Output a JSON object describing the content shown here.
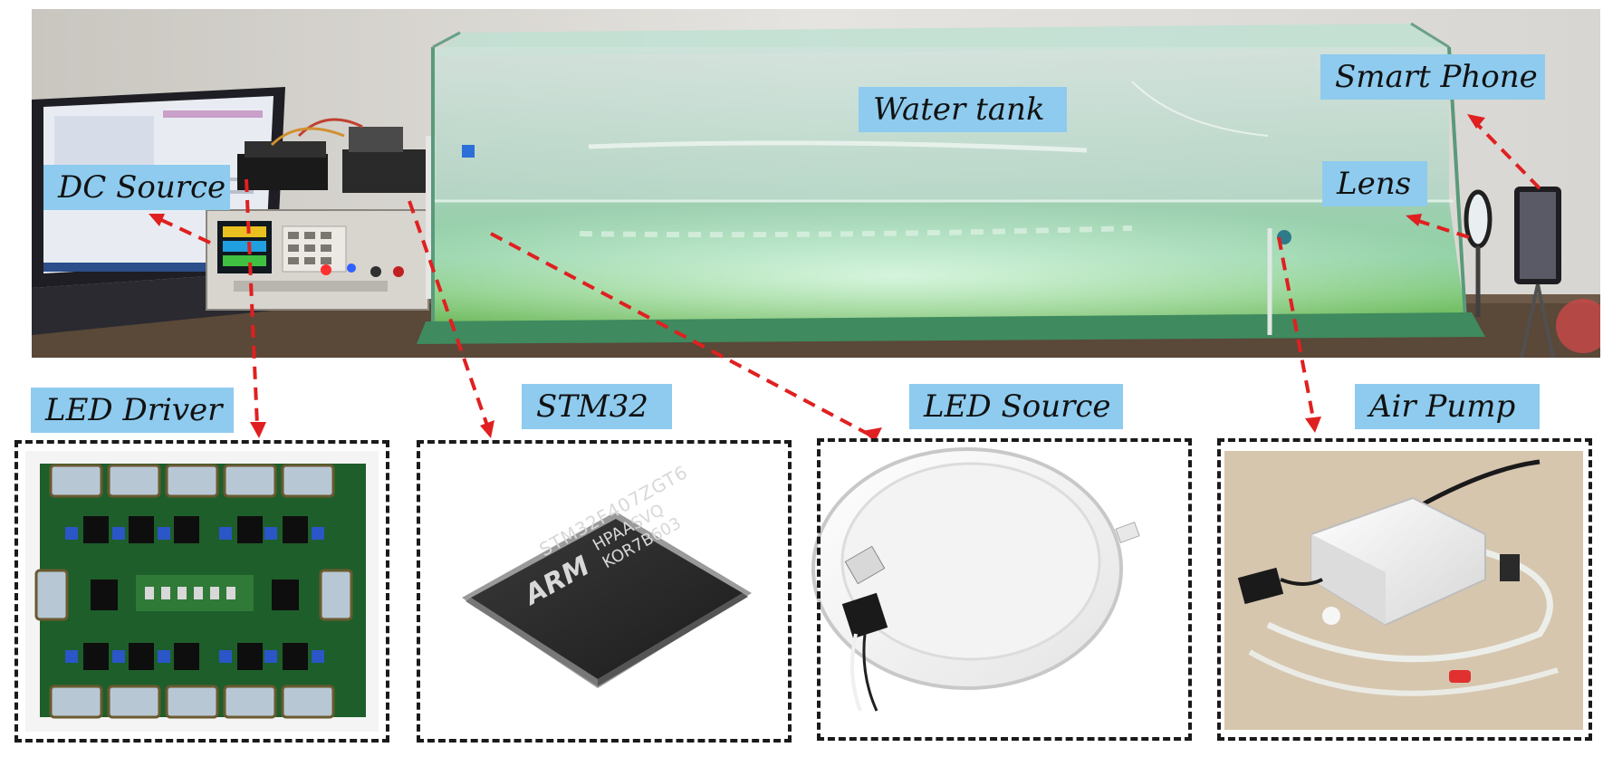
{
  "labels": {
    "water_tank": "Water tank",
    "smart_phone": "Smart Phone",
    "dc_source": "DC Source",
    "lens": "Lens",
    "led_driver": "LED Driver",
    "stm32": "STM32",
    "led_source": "LED Source",
    "air_pump": "Air Pump"
  },
  "chip_text": {
    "brand": "ARM",
    "part": "STM32F407ZGT6",
    "lot": "HPAASVQ",
    "code": "KOR7B603"
  },
  "colors": {
    "label_bg": "#8ecbee",
    "arrow": "#e02020",
    "frame": "#1a1a1a"
  }
}
